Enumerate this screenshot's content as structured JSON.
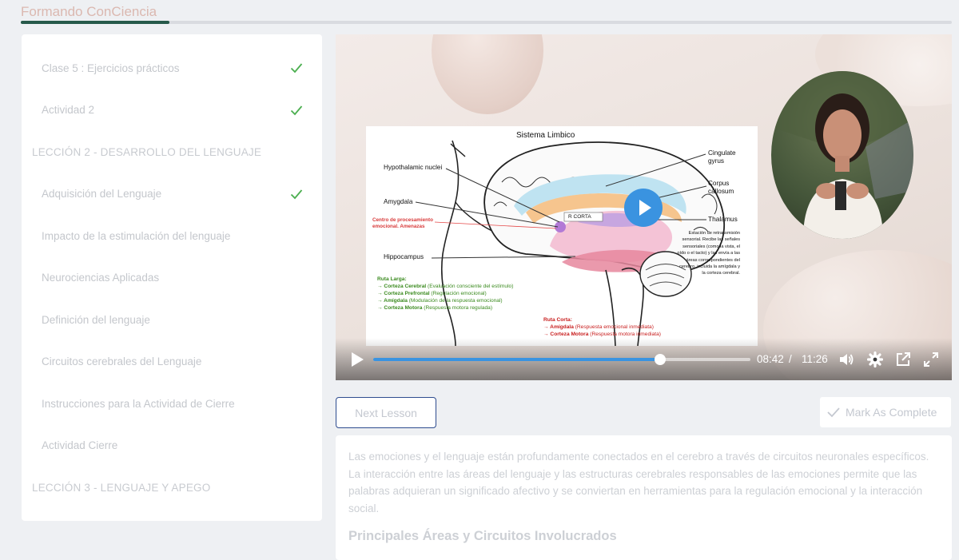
{
  "app": {
    "title": "Formando ConCiencia",
    "progress": 0.16
  },
  "sidebar": {
    "items": [
      {
        "type": "lesson",
        "label": "Clase 5 : Ejercicios prácticos",
        "completed": true
      },
      {
        "type": "lesson",
        "label": "Actividad 2",
        "completed": true
      },
      {
        "type": "section",
        "label": "LECCIÓN 2 - DESARROLLO DEL LENGUAJE",
        "completed": false
      },
      {
        "type": "lesson",
        "label": "Adquisición del Lenguaje",
        "completed": true
      },
      {
        "type": "lesson",
        "label": "Impacto de la estimulación del lenguaje",
        "completed": false
      },
      {
        "type": "lesson",
        "label": "Neurociencias Aplicadas",
        "completed": false
      },
      {
        "type": "lesson",
        "label": "Definición del lenguaje",
        "completed": false
      },
      {
        "type": "lesson",
        "label": "Circuitos cerebrales del Lenguaje",
        "completed": false
      },
      {
        "type": "lesson",
        "label": "Instrucciones para la Actividad de Cierre",
        "completed": false
      },
      {
        "type": "lesson",
        "label": "Actividad Cierre",
        "completed": false
      },
      {
        "type": "section",
        "label": "LECCIÓN 3 - LENGUAJE Y APEGO",
        "completed": false
      }
    ]
  },
  "video": {
    "current_time": "08:42",
    "separator": "/",
    "duration": "11:26",
    "progress": 0.761,
    "slide": {
      "title": "Sistema Limbico",
      "labels": {
        "hypothalamic": "Hypothalamic nuclei",
        "amygdala": "Amygdala",
        "centro": "Centro de procesamiento",
        "centro2": "emocional. Amenazas",
        "hippocampus": "Hippocampus",
        "cingulate": "Cingulate",
        "gyrus": "gyrus",
        "corpus": "Corpus",
        "callosum": "callosum",
        "thalamus": "Thalamus",
        "rcorta": "R CORTA",
        "estacion": [
          "Estación de retransmisión",
          "sensorial. Recibe las señales",
          "sensoriales (como la vista, el",
          "oído o el tacto) y las envía a las",
          "áreas correspondientes del",
          "cerebro, incluida la amígdala y",
          "la corteza cerebral."
        ],
        "ruta_larga": "Ruta Larga:",
        "rl1a": "→ Corteza Cerebral",
        "rl1b": " (Evaluación consciente del estímulo)",
        "rl2a": "→ Corteza Prefrontal",
        "rl2b": " (Regulación emocional)",
        "rl3a": "→ Amígdala",
        "rl3b": " (Modulación de la respuesta emocional)",
        "rl4a": "→ Corteza Motora",
        "rl4b": " (Respuesta motora regulada)",
        "ruta_corta": "Ruta Corta:",
        "rc1a": "→ Amígdala",
        "rc1b": " (Respuesta emocional inmediata)",
        "rc2a": "→ Corteza Motora",
        "rc2b": " (Respuesta motora inmediata)"
      }
    }
  },
  "buttons": {
    "next_lesson": "Next Lesson",
    "mark_complete": "Mark As Complete"
  },
  "content": {
    "paragraph": "Las emociones y el lenguaje están profundamente conectados en el cerebro a través de circuitos neuronales específicos. La interacción entre las áreas del lenguaje y las estructuras cerebrales responsables de las emociones permite que las palabras adquieran un significado afectivo y se conviertan en herramientas para la regulación emocional y la interacción social.",
    "heading": "Principales Áreas y Circuitos Involucrados"
  },
  "colors": {
    "accent": "#3a93e0",
    "progress": "#26594a",
    "check": "#4caf50",
    "brand": "#dbb8b0"
  }
}
